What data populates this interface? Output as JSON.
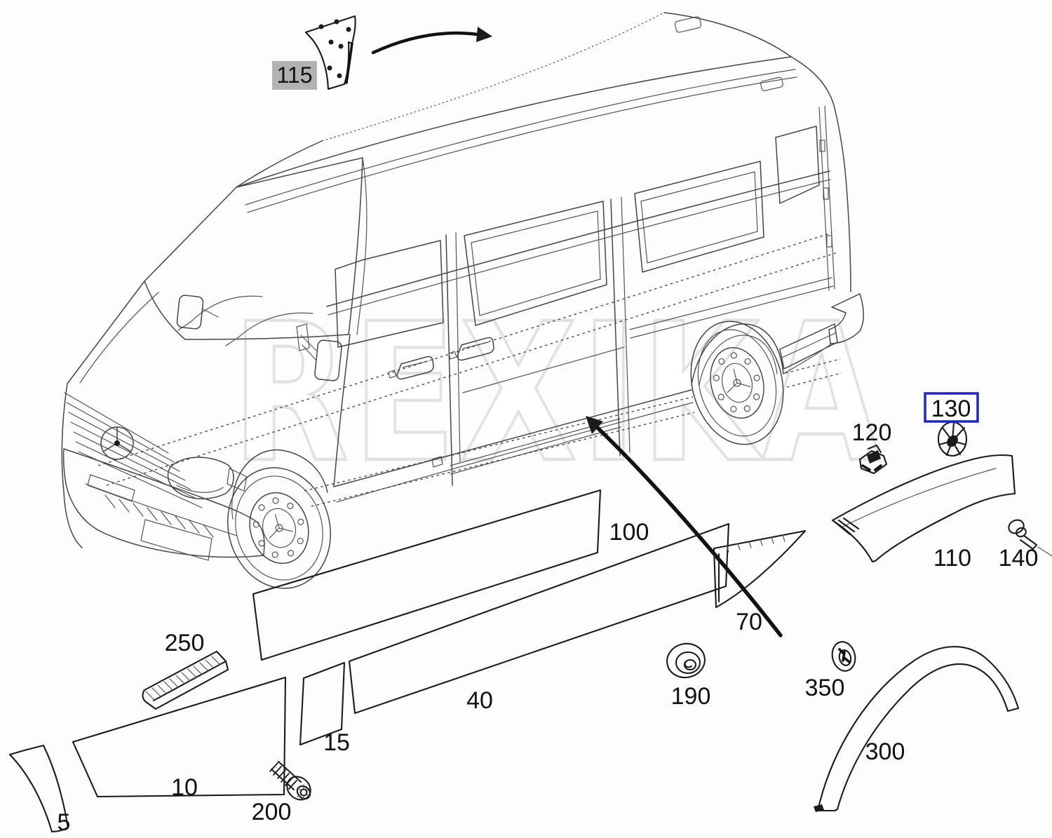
{
  "watermark": "REXIKA",
  "colors": {
    "highlight_gray": "#b2b2b2",
    "callout_blue": "#2323c8",
    "line_art": "#454545",
    "part_line": "#1b1b1b"
  },
  "icons": {
    "install_arrow_roof": "curved-arrow-right",
    "install_arrow_side": "arrow-up-left"
  },
  "parts": {
    "p115": {
      "label": "115"
    },
    "p130": {
      "label": "130"
    },
    "p120": {
      "label": "120"
    },
    "p100": {
      "label": "100"
    },
    "p110": {
      "label": "110"
    },
    "p140": {
      "label": "140"
    },
    "p70": {
      "label": "70"
    },
    "p190": {
      "label": "190"
    },
    "p350": {
      "label": "350"
    },
    "p300": {
      "label": "300"
    },
    "p250": {
      "label": "250"
    },
    "p40": {
      "label": "40"
    },
    "p15": {
      "label": "15"
    },
    "p10": {
      "label": "10"
    },
    "p200": {
      "label": "200"
    },
    "p5": {
      "label": "5"
    }
  }
}
